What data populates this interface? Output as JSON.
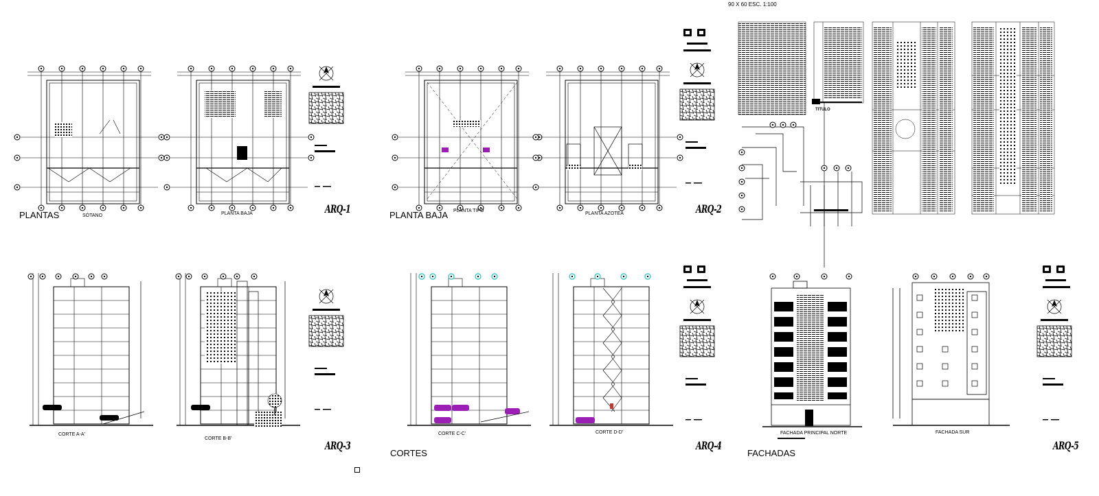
{
  "header": {
    "scale_note": "90 X 60 ESC. 1:100"
  },
  "sheets": {
    "plantas": {
      "title": "PLANTAS",
      "drawings": [
        "SÓTANO",
        "PLANTA    BAJA"
      ],
      "sheet_number": "ARQ-1"
    },
    "plantas_2": {
      "title": "PLANTA BAJA",
      "drawings": [
        "PLANTA TIPO",
        "PLANTA AZOTEA"
      ],
      "sheet_number": "ARQ-2"
    },
    "cortes_1": {
      "drawings": [
        "CORTE A-A'",
        "CORTE B-B'"
      ],
      "sheet_number": "ARQ-3"
    },
    "cortes_2": {
      "title": "CORTES",
      "drawings": [
        "CORTE C-C'",
        "CORTE D-D'"
      ],
      "sheet_number": "ARQ-4"
    },
    "fachadas": {
      "title": "FACHADAS",
      "drawings": [
        "FACHADA PRINCIPAL NORTE",
        "FACHADA SUR"
      ],
      "sheet_number": "ARQ-5"
    }
  },
  "details": {
    "titulo_label": "TITULO"
  },
  "colors": {
    "line": "#000000",
    "accent": "#9b1fb5",
    "marker": "#3fc7c7",
    "background": "#ffffff"
  }
}
